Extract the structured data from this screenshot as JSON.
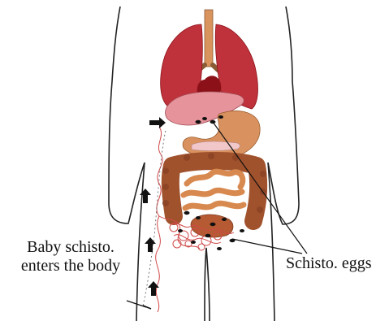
{
  "labels": {
    "entry_line1": "Baby schisto.",
    "entry_line2": "enters the body",
    "eggs": "Schisto. eggs"
  },
  "colors": {
    "outline": "#222222",
    "lungs": "#c0323b",
    "heart": "#8b1018",
    "trachea": "#d9935c",
    "liver": "#e6939b",
    "stomach": "#d9925f",
    "large_intestine": "#a0522d",
    "small_intestine": "#d8894f",
    "vessels": "#d04848",
    "eggs": "#111111"
  },
  "icons": {
    "flow_arrow": "black-arrow",
    "egg": "black-oval"
  }
}
